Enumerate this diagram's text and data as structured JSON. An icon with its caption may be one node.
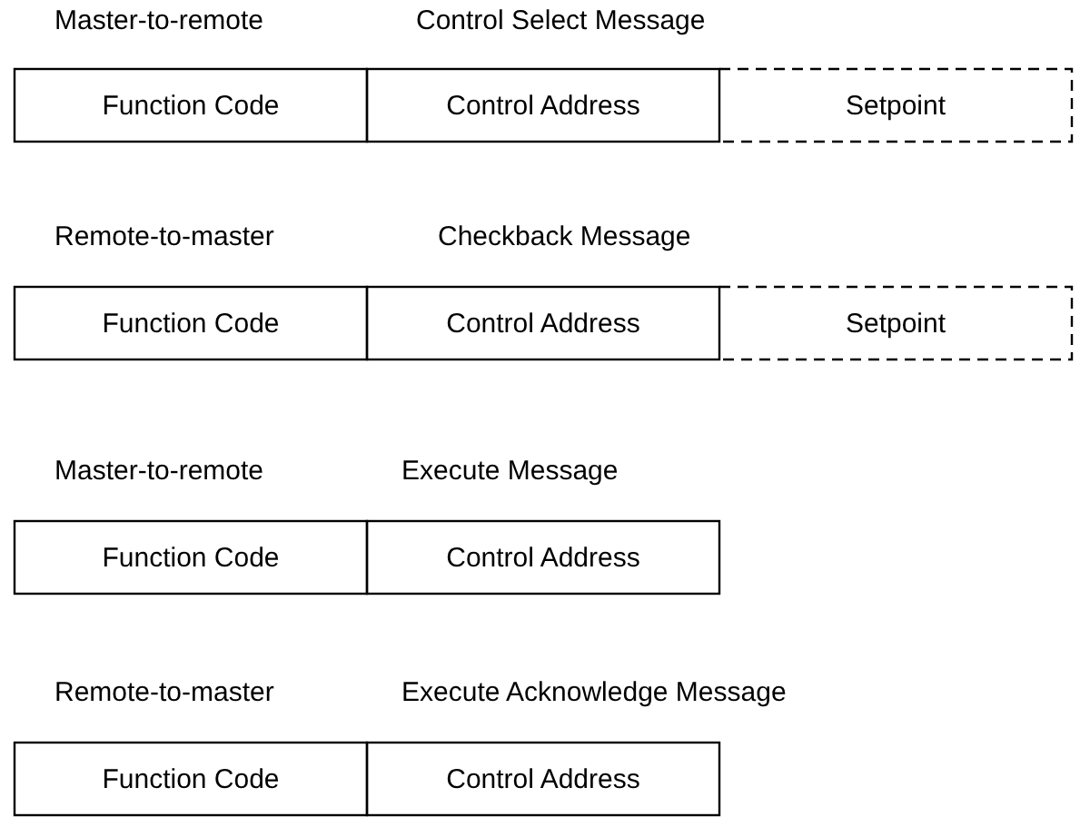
{
  "diagram": {
    "nodes": [
      {
        "text": [
          "Function Code"
        ]
      },
      {
        "text": [
          "Control Address"
        ]
      },
      {
        "text": [
          "Setpoint"
        ]
      },
      {
        "text": [
          "Function Code"
        ]
      },
      {
        "text": [
          "Control Address"
        ]
      },
      {
        "text": [
          "Setpoint"
        ]
      },
      {
        "text": [
          "Function Code"
        ]
      },
      {
        "text": [
          "Control Address"
        ]
      },
      {
        "text": [
          "Function Code"
        ]
      },
      {
        "text": [
          "Control Address"
        ]
      }
    ],
    "labels": [
      "Master-to-remote",
      "Control Select Message",
      "Remote-to-master",
      "Checkback Message",
      "Master-to-remote",
      "Execute Message",
      "Remote-to-master",
      "Execute Acknowledge Message"
    ]
  }
}
